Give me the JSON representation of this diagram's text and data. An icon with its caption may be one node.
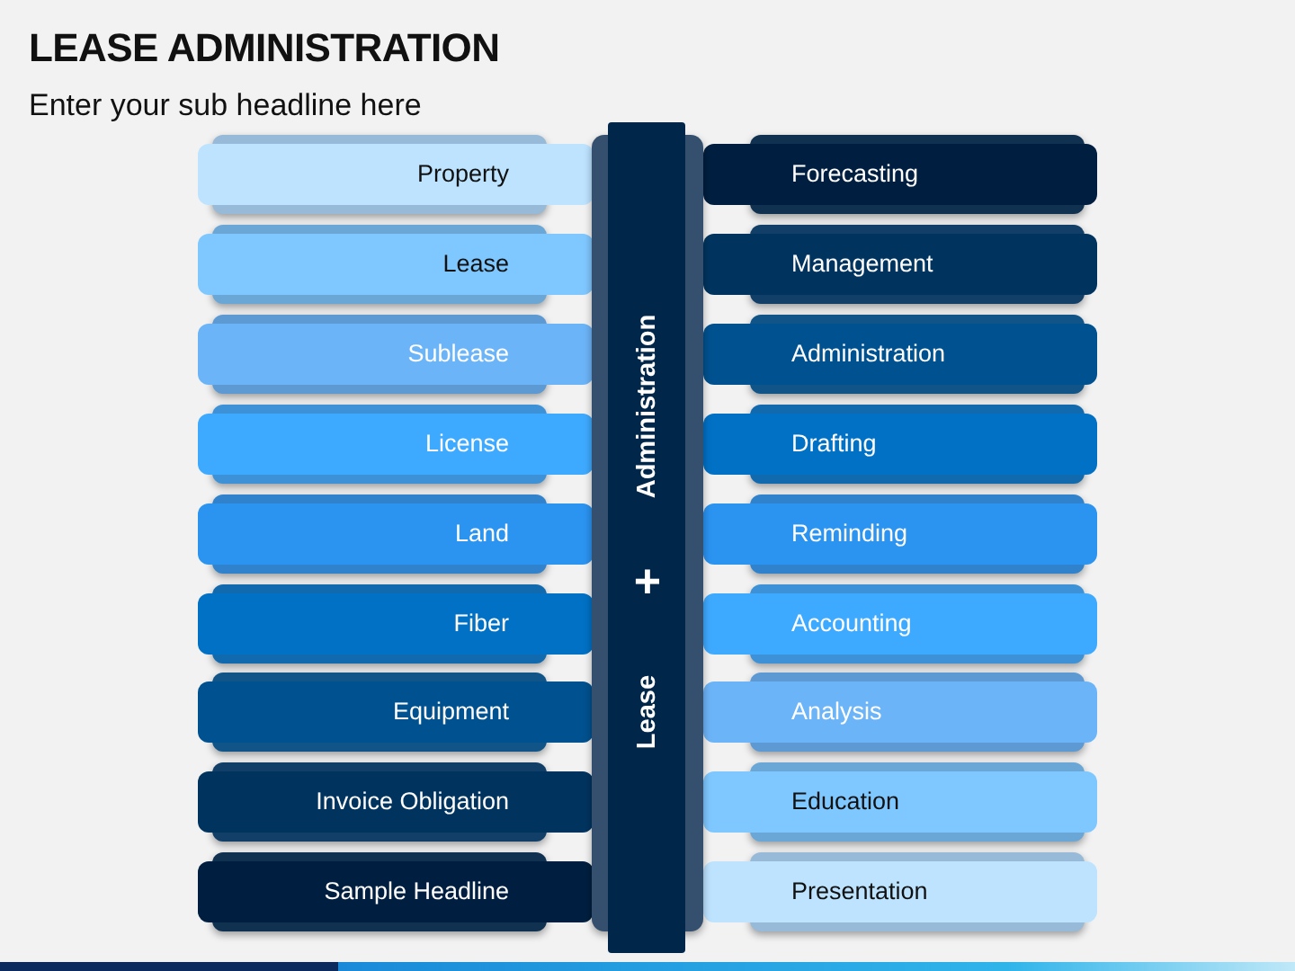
{
  "diagram": {
    "title": "LEASE ADMINISTRATION",
    "nodes": [
      {
        "text": [
          "Property"
        ]
      },
      {
        "text": [
          "Lease"
        ]
      },
      {
        "text": [
          "Sublease"
        ]
      },
      {
        "text": [
          "License"
        ]
      },
      {
        "text": [
          "Land"
        ]
      },
      {
        "text": [
          "Fiber"
        ]
      },
      {
        "text": [
          "Equipment"
        ]
      },
      {
        "text": [
          "Invoice Obligation"
        ]
      },
      {
        "text": [
          "Sample Headline"
        ]
      },
      {
        "text": [
          "Lease",
          "+",
          "Administration"
        ]
      },
      {
        "text": [
          "Forecasting"
        ]
      },
      {
        "text": [
          "Management"
        ]
      },
      {
        "text": [
          "Administration"
        ]
      },
      {
        "text": [
          "Drafting"
        ]
      },
      {
        "text": [
          "Reminding"
        ]
      },
      {
        "text": [
          "Accounting"
        ]
      },
      {
        "text": [
          "Analysis"
        ]
      },
      {
        "text": [
          "Education"
        ]
      },
      {
        "text": [
          "Presentation"
        ]
      }
    ],
    "labels": [
      "Enter your sub headline here"
    ]
  }
}
